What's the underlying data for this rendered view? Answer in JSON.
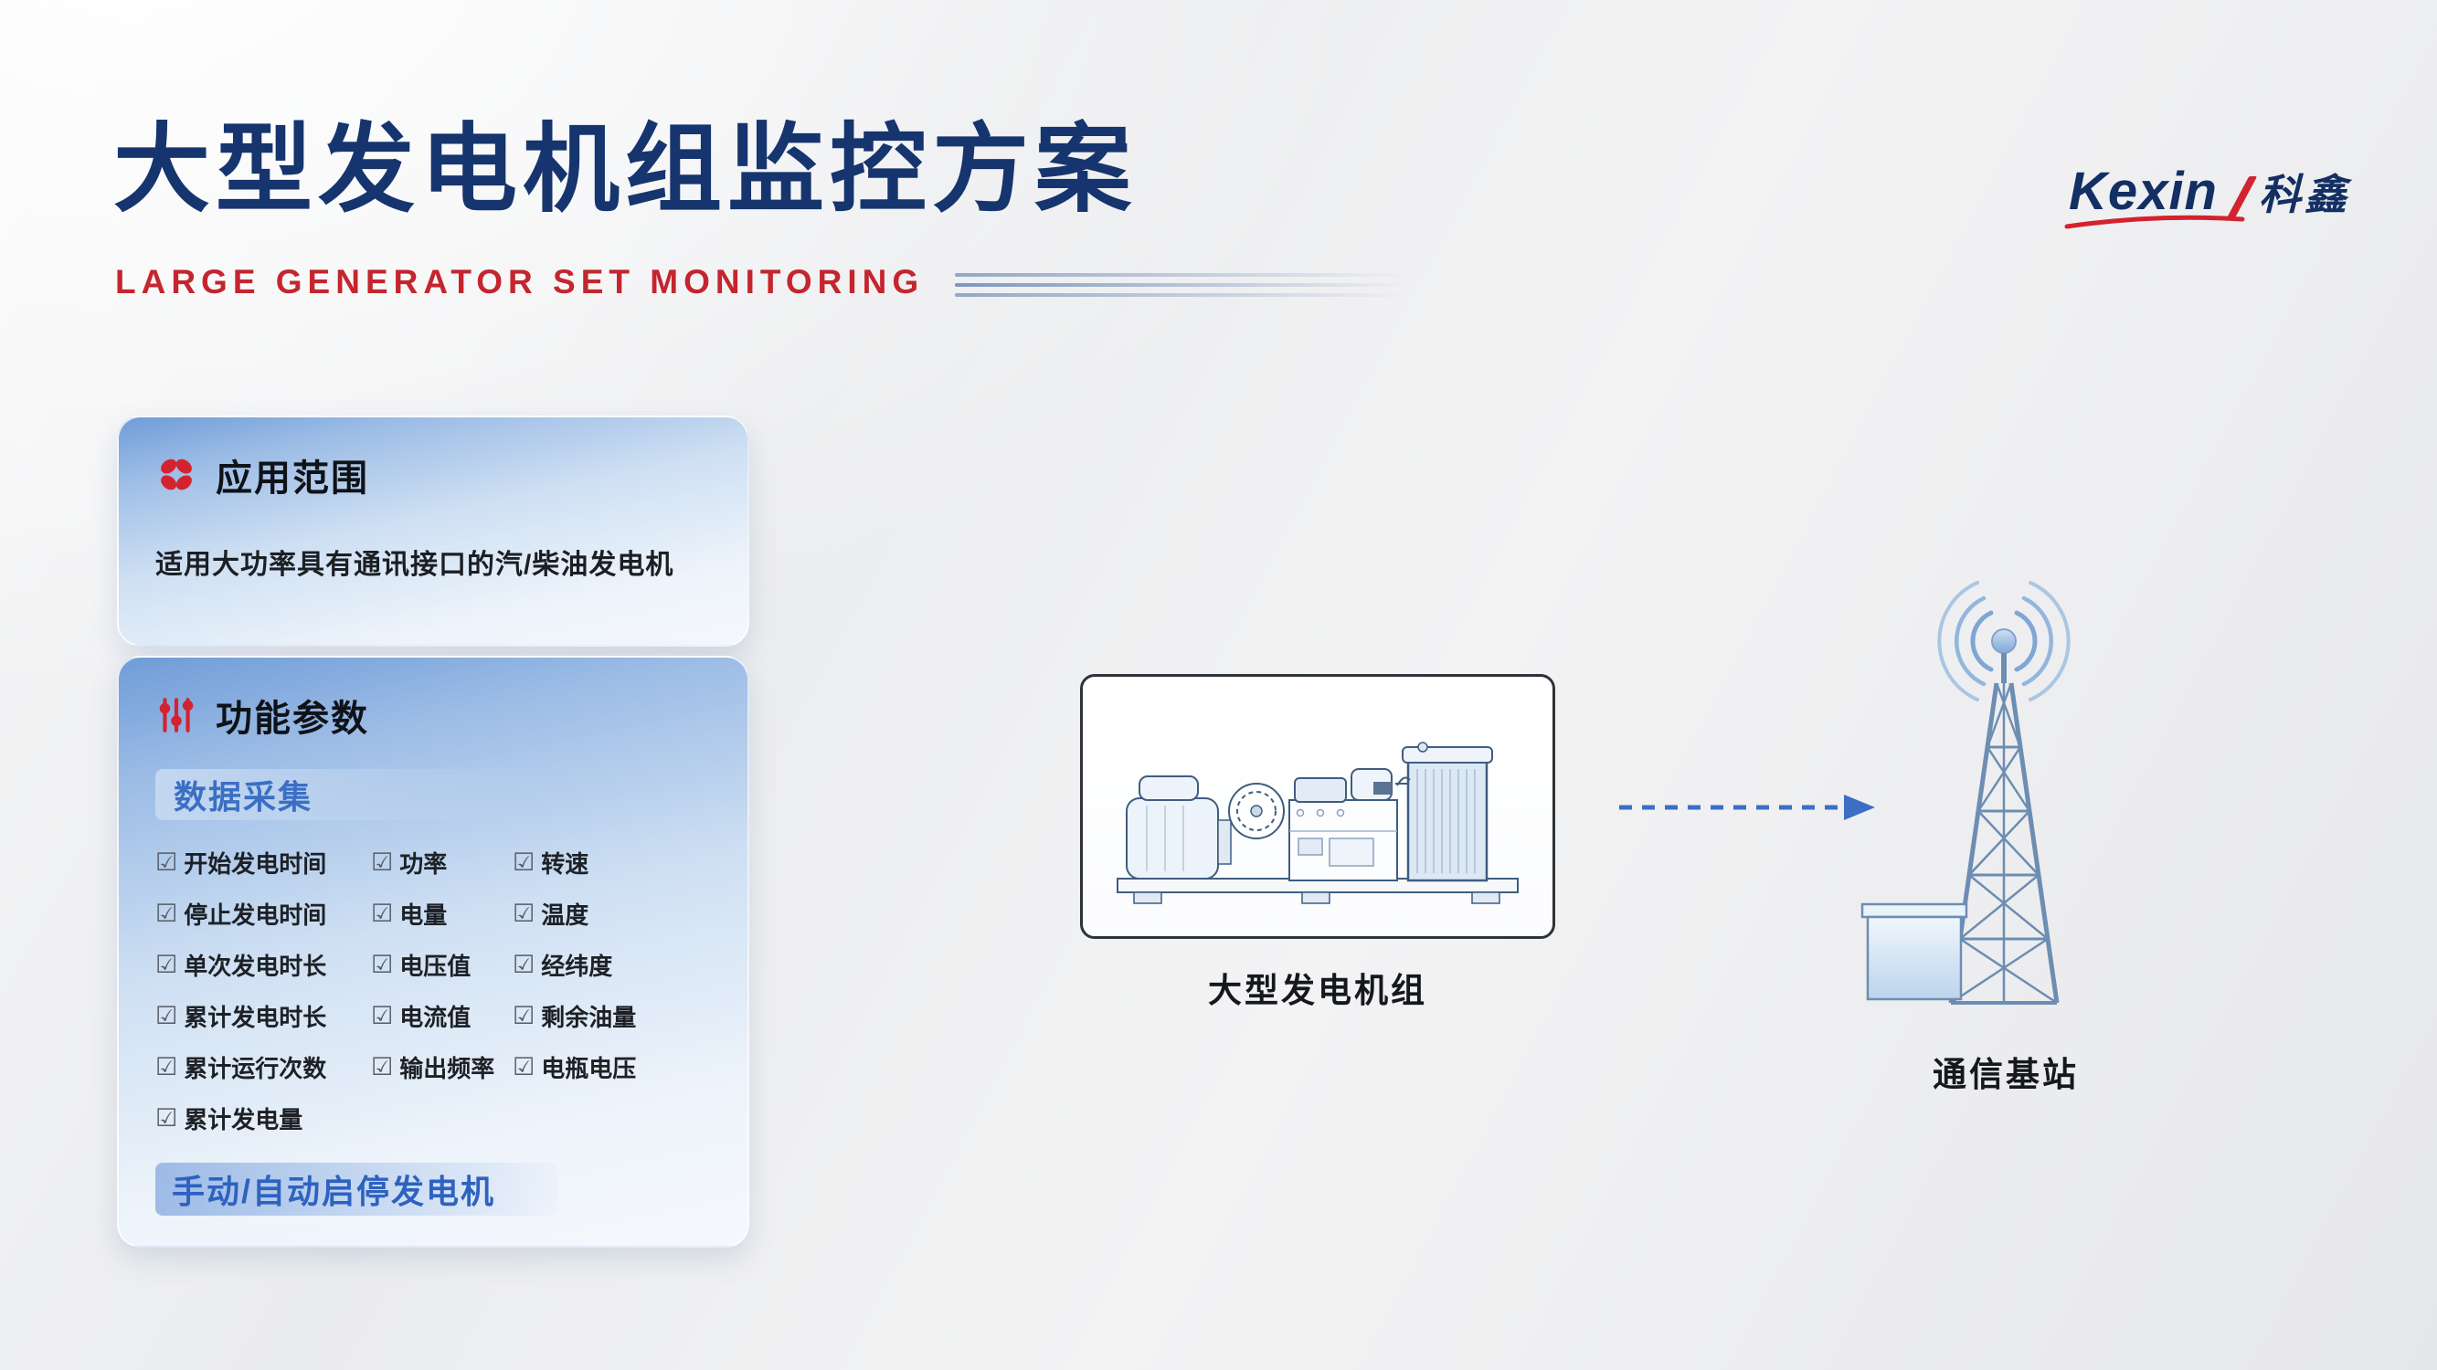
{
  "header": {
    "title": "大型发电机组监控方案",
    "subtitle": "LARGE GENERATOR SET MONITORING",
    "logo": {
      "en": "Kexin",
      "cn": "科鑫"
    }
  },
  "application_panel": {
    "title": "应用范围",
    "description": "适用大功率具有通讯接口的汽/柴油发电机"
  },
  "parameters_panel": {
    "title": "功能参数",
    "section_label": "数据采集",
    "checkbox_glyph": "☑",
    "columns": {
      "col1": [
        "开始发电时间",
        "停止发电时间",
        "单次发电时长",
        "累计发电时长",
        "累计运行次数",
        "累计发电量"
      ],
      "col2": [
        "功率",
        "电量",
        "电压值",
        "电流值",
        "输出频率"
      ],
      "col3": [
        "转速",
        "温度",
        "经纬度",
        "剩余油量",
        "电瓶电压"
      ]
    },
    "footer_label": "手动/自动启停发电机"
  },
  "diagram": {
    "generator_label": "大型发电机组",
    "tower_label": "通信基站"
  },
  "colors": {
    "title_blue": "#16356e",
    "accent_red": "#c8202f",
    "blue_text": "#3b6fc4"
  }
}
